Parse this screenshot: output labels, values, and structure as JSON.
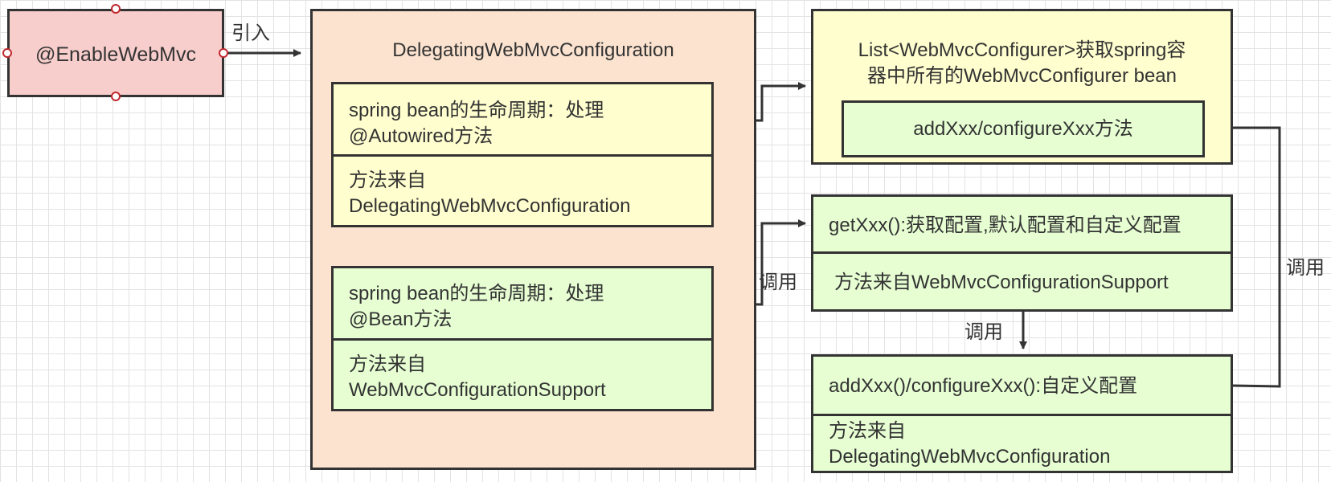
{
  "colors": {
    "pink": "#f8cecc",
    "peach": "#fbe3cf",
    "yellow": "#fffece",
    "green": "#e6fed2",
    "line": "#333333",
    "grid": "#e3e3e3"
  },
  "enable": {
    "label": "@EnableWebMvc"
  },
  "delegating": {
    "title": "DelegatingWebMvcConfiguration",
    "autowired": {
      "line1": "spring bean的生命周期：处理",
      "line2": "@Autowired方法",
      "source_line1": "方法来自",
      "source_line2": "DelegatingWebMvcConfiguration"
    },
    "bean": {
      "line1": "spring bean的生命周期：处理",
      "line2": "@Bean方法",
      "source_line1": "方法来自",
      "source_line2": "WebMvcConfigurationSupport"
    }
  },
  "configurers": {
    "line1": "List<WebMvcConfigurer>获取spring容",
    "line2": "器中所有的WebMvcConfigurer bean",
    "inner": "addXxx/configureXxx方法"
  },
  "getxxx": {
    "label": "getXxx():获取配置,默认配置和自定义配置",
    "source": "方法来自WebMvcConfigurationSupport"
  },
  "addxxx": {
    "label": "addXxx()/configureXxx():自定义配置",
    "source_line1": "方法来自",
    "source_line2": "DelegatingWebMvcConfiguration"
  },
  "edges": {
    "import_label": "引入",
    "call_label_left": "调用",
    "call_label_middle": "调用",
    "call_label_right": "调用"
  }
}
